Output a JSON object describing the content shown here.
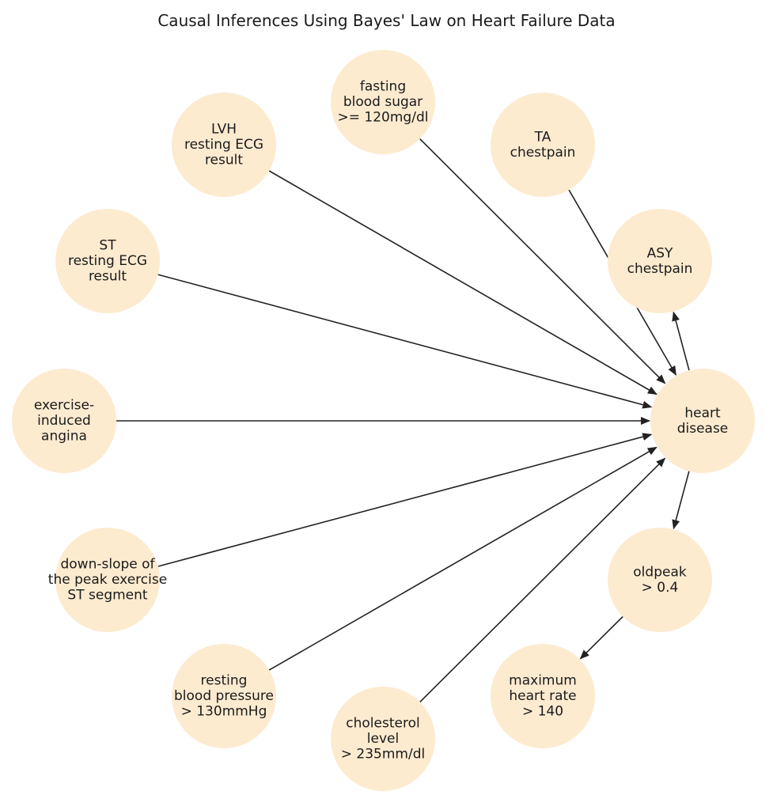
{
  "title": "Causal Inferences Using Bayes' Law on Heart Failure Data",
  "colors": {
    "node_fill": "#fdebd0",
    "edge": "#222222",
    "text": "#1a1a1a"
  },
  "nodes": [
    {
      "id": "heart_disease",
      "lines": [
        "heart",
        "disease"
      ]
    },
    {
      "id": "asy_chestpain",
      "lines": [
        "ASY",
        "chestpain"
      ]
    },
    {
      "id": "ta_chestpain",
      "lines": [
        "TA",
        "chestpain"
      ]
    },
    {
      "id": "fasting_blood_sugar",
      "lines": [
        "fasting",
        "blood sugar",
        ">= 120mg/dl"
      ]
    },
    {
      "id": "lvh_resting_ecg",
      "lines": [
        "LVH",
        "resting ECG",
        "result"
      ]
    },
    {
      "id": "st_resting_ecg",
      "lines": [
        "ST",
        "resting ECG",
        "result"
      ]
    },
    {
      "id": "exercise_induced_angina",
      "lines": [
        "exercise-",
        "induced",
        "angina"
      ]
    },
    {
      "id": "down_slope_st",
      "lines": [
        "down-slope of",
        "the peak exercise",
        "ST segment"
      ]
    },
    {
      "id": "resting_blood_pressure",
      "lines": [
        "resting",
        "blood pressure",
        "> 130mmHg"
      ]
    },
    {
      "id": "cholesterol_level",
      "lines": [
        "cholesterol",
        "level",
        "> 235mm/dl"
      ]
    },
    {
      "id": "max_heart_rate",
      "lines": [
        "maximum",
        "heart rate",
        "> 140"
      ]
    },
    {
      "id": "oldpeak",
      "lines": [
        "oldpeak",
        "> 0.4"
      ]
    }
  ],
  "edges": [
    {
      "from": "heart_disease",
      "to": "asy_chestpain"
    },
    {
      "from": "ta_chestpain",
      "to": "heart_disease"
    },
    {
      "from": "fasting_blood_sugar",
      "to": "heart_disease"
    },
    {
      "from": "lvh_resting_ecg",
      "to": "heart_disease"
    },
    {
      "from": "st_resting_ecg",
      "to": "heart_disease"
    },
    {
      "from": "exercise_induced_angina",
      "to": "heart_disease"
    },
    {
      "from": "down_slope_st",
      "to": "heart_disease"
    },
    {
      "from": "resting_blood_pressure",
      "to": "heart_disease"
    },
    {
      "from": "cholesterol_level",
      "to": "heart_disease"
    },
    {
      "from": "heart_disease",
      "to": "oldpeak"
    },
    {
      "from": "oldpeak",
      "to": "max_heart_rate"
    }
  ]
}
